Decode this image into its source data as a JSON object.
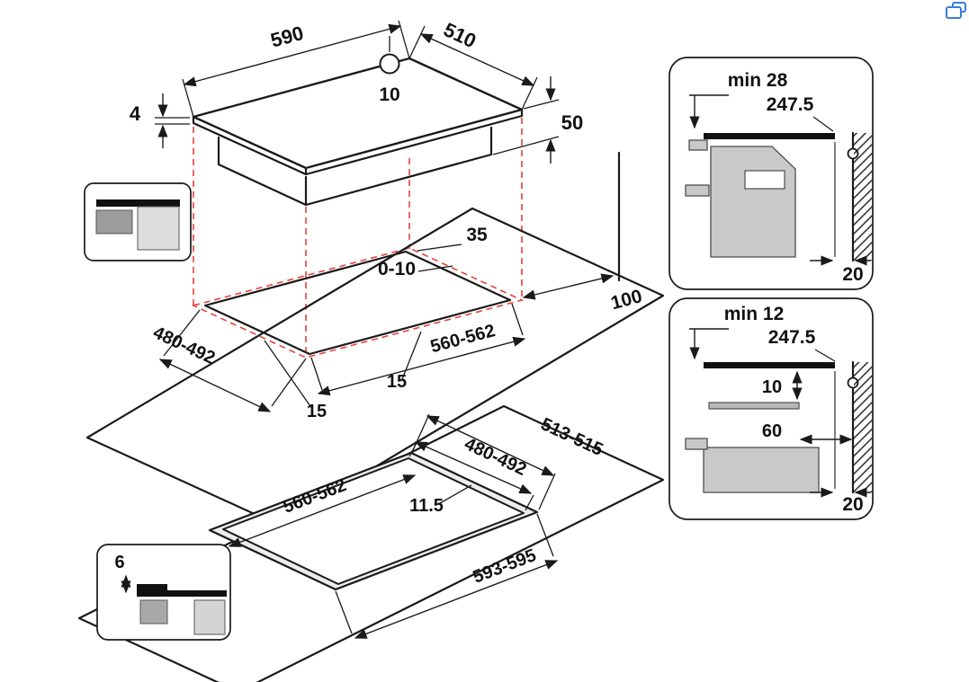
{
  "canvas": {
    "background": "#ffffff",
    "line_color": "#1a1a1a",
    "projection_color": "#e8413c",
    "cabinet_fill": "#c9c9c9",
    "accent_icon_color": "#3b7dd8"
  },
  "hob_view": {
    "width": "590",
    "depth": "510",
    "hole_diameter": "10",
    "glass_thickness": "4",
    "body_height": "50"
  },
  "cutout_view": {
    "corner_radius": "35",
    "rear_gap": "0-10",
    "wall_distance": "100",
    "depth": "480-492",
    "width": "560-562",
    "overhang_front": "15",
    "overhang_side": "15"
  },
  "flush_view": {
    "outer_depth": "513-515",
    "depth": "480-492",
    "width": "560-562",
    "ledge": "11.5",
    "outer_width": "593-595"
  },
  "flush_icon": {
    "recess_depth": "6"
  },
  "clearance_no_oven": {
    "min_clearance": "min 28",
    "half_width": "247.5",
    "wall_gap": "20"
  },
  "clearance_with_shelf": {
    "min_clearance": "min 12",
    "half_width": "247.5",
    "shelf_gap": "10",
    "shelf_setback": "60",
    "wall_gap": "20"
  }
}
